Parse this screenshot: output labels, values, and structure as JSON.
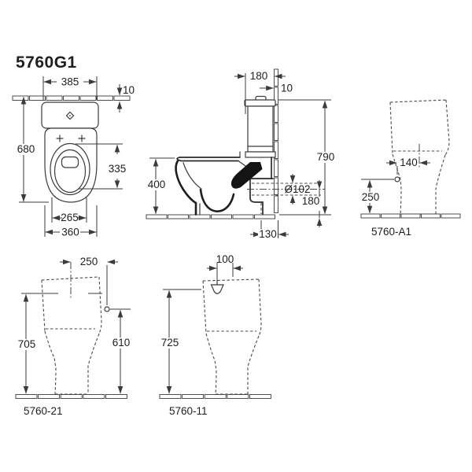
{
  "title": "5760G1",
  "colors": {
    "line": "#3b3b3b",
    "text": "#1e1e1e",
    "section_fill": "#141414",
    "background": "#ffffff"
  },
  "views": {
    "plan": {
      "dims": {
        "width": "385",
        "wall_thickness": "10",
        "depth": "680",
        "seat_depth": "335",
        "seat_width": "265",
        "bowl_width": "360"
      }
    },
    "side": {
      "dims": {
        "tank_to_wall": "180",
        "wall_thickness": "10",
        "total_height": "790",
        "rim_height": "400",
        "outlet_diameter": "Ø102",
        "outlet_height": "180",
        "outlet_offset": "130"
      }
    },
    "variant_a1": {
      "label": "5760-A1",
      "dims": {
        "inlet_offset": "140",
        "inlet_height": "250"
      }
    },
    "variant_21": {
      "label": "5760-21",
      "dims": {
        "inlet_offset": "250",
        "ref_height": "705",
        "inlet_height": "610"
      }
    },
    "variant_11": {
      "label": "5760-11",
      "dims": {
        "inlet_offset": "100",
        "inlet_height": "725"
      }
    }
  }
}
